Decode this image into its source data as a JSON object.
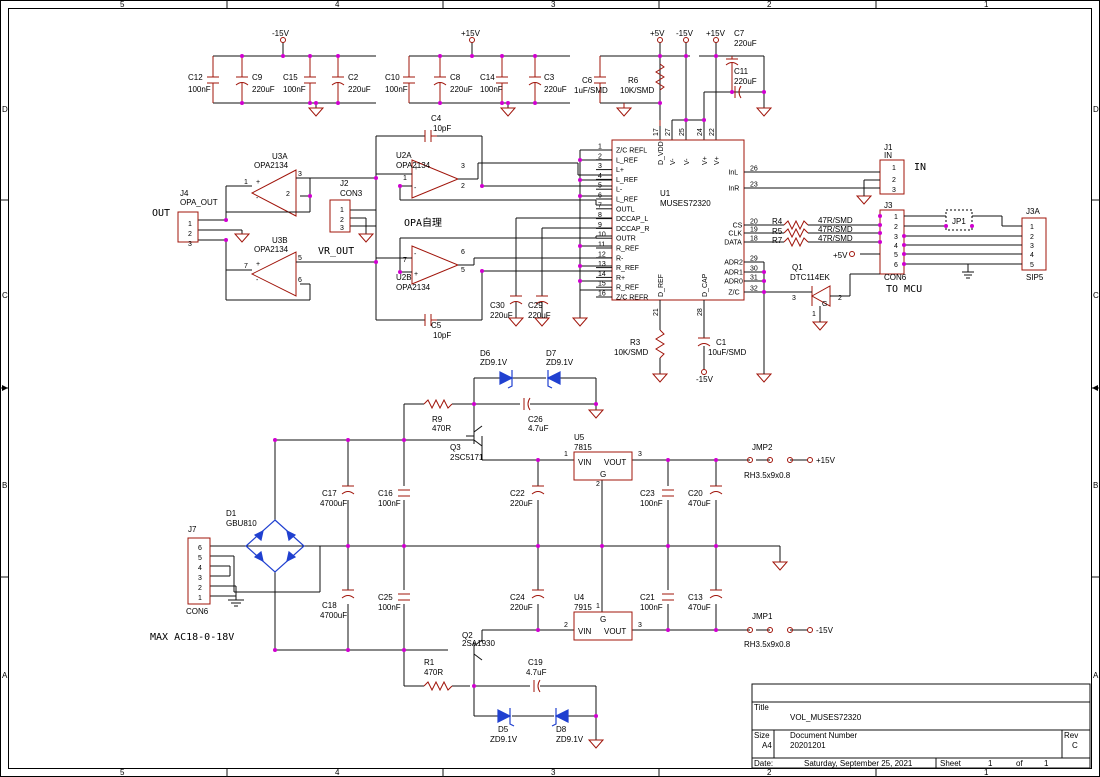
{
  "border": {
    "top_cols": [
      "5",
      "4",
      "3",
      "2",
      "1"
    ],
    "bottom_cols": [
      "5",
      "4",
      "3",
      "2",
      "1"
    ],
    "rows": [
      "D",
      "C",
      "B",
      "A"
    ]
  },
  "supply_labels": {
    "m15_a": "-15V",
    "p15_a": "+15V",
    "p5": "+5V",
    "m15_b": "-15V",
    "p15_b": "+15V",
    "m15_c": "-15V"
  },
  "caps_top": [
    {
      "ref": "C12",
      "val": "100nF"
    },
    {
      "ref": "C9",
      "val": "220uF"
    },
    {
      "ref": "C15",
      "val": "100nF"
    },
    {
      "ref": "C2",
      "val": "220uF"
    },
    {
      "ref": "C10",
      "val": "100nF"
    },
    {
      "ref": "C8",
      "val": "220uF"
    },
    {
      "ref": "C14",
      "val": "100nF"
    },
    {
      "ref": "C3",
      "val": "220uF"
    },
    {
      "ref": "C6",
      "val": "1uF/SMD"
    },
    {
      "ref": "R6",
      "val": "10K/SMD"
    },
    {
      "ref": "C7",
      "val": "220uF"
    },
    {
      "ref": "C11",
      "val": "220uF"
    }
  ],
  "c4": {
    "ref": "C4",
    "val": "10pF"
  },
  "c5": {
    "ref": "C5",
    "val": "10pF"
  },
  "u2a": {
    "ref": "U2A",
    "part": "OPA2134"
  },
  "u2b": {
    "ref": "U2B",
    "part": "OPA2134"
  },
  "u3a": {
    "ref": "U3A",
    "part": "OPA2134"
  },
  "u3b": {
    "ref": "U3B",
    "part": "OPA2134"
  },
  "j4": {
    "ref": "J4",
    "name": "OPA_OUT"
  },
  "j2": {
    "ref": "J2",
    "name": "CON3"
  },
  "out_label": "OUT",
  "opa_label": "OPA自理",
  "vr_out_label": "VR_OUT",
  "u1": {
    "ref": "U1",
    "part": "MUSES72320",
    "left_pins": [
      {
        "n": "1",
        "name": "Z/C REFL"
      },
      {
        "n": "2",
        "name": "L_REF"
      },
      {
        "n": "3",
        "name": "L+"
      },
      {
        "n": "4",
        "name": "L_REF"
      },
      {
        "n": "5",
        "name": "L-"
      },
      {
        "n": "6",
        "name": "L_REF"
      },
      {
        "n": "7",
        "name": "OUTL"
      },
      {
        "n": "8",
        "name": "DCCAP_L"
      },
      {
        "n": "9",
        "name": "DCCAP_R"
      },
      {
        "n": "10",
        "name": "OUTR"
      },
      {
        "n": "11",
        "name": "R_REF"
      },
      {
        "n": "12",
        "name": "R-"
      },
      {
        "n": "13",
        "name": "R_REF"
      },
      {
        "n": "14",
        "name": "R+"
      },
      {
        "n": "15",
        "name": "R_REF"
      },
      {
        "n": "16",
        "name": "Z/C REFR"
      }
    ],
    "right_pins": [
      {
        "n": "26",
        "name": "InL"
      },
      {
        "n": "23",
        "name": "InR"
      },
      {
        "n": "20",
        "name": "CS"
      },
      {
        "n": "19",
        "name": "CLK"
      },
      {
        "n": "18",
        "name": "DATA"
      },
      {
        "n": "29",
        "name": "ADR2"
      },
      {
        "n": "30",
        "name": "ADR1"
      },
      {
        "n": "31",
        "name": "ADR0"
      },
      {
        "n": "32",
        "name": "Z/C"
      }
    ],
    "top_pins": [
      {
        "n": "17",
        "name": "D_VDD"
      },
      {
        "n": "27",
        "name": "V-"
      },
      {
        "n": "25",
        "name": "V-"
      },
      {
        "n": "24",
        "name": "V+"
      },
      {
        "n": "22",
        "name": "V+"
      }
    ],
    "bottom_pins": [
      {
        "n": "21",
        "name": "D_REF"
      },
      {
        "n": "28",
        "name": "D_CAP"
      }
    ]
  },
  "c30": {
    "ref": "C30",
    "val": "220uF"
  },
  "c29": {
    "ref": "C29",
    "val": "220uF"
  },
  "r3": {
    "ref": "R3",
    "val": "10K/SMD"
  },
  "c1": {
    "ref": "C1",
    "val": "10uF/SMD"
  },
  "j1": {
    "ref": "J1",
    "name": "IN",
    "label": "IN"
  },
  "j3": {
    "ref": "J3",
    "name": "CON6"
  },
  "to_mcu": "TO MCU",
  "r4": {
    "ref": "R4",
    "val": "47R/SMD"
  },
  "r5": {
    "ref": "R5",
    "val": "47R/SMD"
  },
  "r7": {
    "ref": "R7",
    "val": "47R/SMD"
  },
  "jp1": "JP1",
  "j3a": {
    "ref": "J3A",
    "name": "SIP5"
  },
  "q1": {
    "ref": "Q1",
    "part": "DTC114EK"
  },
  "psu": {
    "d6": {
      "ref": "D6",
      "val": "ZD9.1V"
    },
    "d7": {
      "ref": "D7",
      "val": "ZD9.1V"
    },
    "d5": {
      "ref": "D5",
      "val": "ZD9.1V"
    },
    "d8": {
      "ref": "D8",
      "val": "ZD9.1V"
    },
    "r9": {
      "ref": "R9",
      "val": "470R"
    },
    "r1": {
      "ref": "R1",
      "val": "470R"
    },
    "c26": {
      "ref": "C26",
      "val": "4.7uF"
    },
    "c19": {
      "ref": "C19",
      "val": "4.7uF"
    },
    "q3": {
      "ref": "Q3",
      "part": "2SC5171"
    },
    "q2": {
      "ref": "Q2",
      "part": "2SA1930"
    },
    "u5": {
      "ref": "U5",
      "part": "7815",
      "vin": "VIN",
      "vout": "VOUT",
      "g": "G"
    },
    "u4": {
      "ref": "U4",
      "part": "7915",
      "vin": "VIN",
      "vout": "VOUT",
      "g": "G"
    },
    "c17": {
      "ref": "C17",
      "val": "4700uF"
    },
    "c16": {
      "ref": "C16",
      "val": "100nF"
    },
    "c22": {
      "ref": "C22",
      "val": "220uF"
    },
    "c23": {
      "ref": "C23",
      "val": "100nF"
    },
    "c20": {
      "ref": "C20",
      "val": "470uF"
    },
    "c18": {
      "ref": "C18",
      "val": "4700uF"
    },
    "c25": {
      "ref": "C25",
      "val": "100nF"
    },
    "c24": {
      "ref": "C24",
      "val": "220uF"
    },
    "c21": {
      "ref": "C21",
      "val": "100nF"
    },
    "c13": {
      "ref": "C13",
      "val": "470uF"
    },
    "d1": {
      "ref": "D1",
      "part": "GBU810"
    },
    "j7": {
      "ref": "J7",
      "name": "CON6"
    },
    "jmp2": {
      "ref": "JMP2",
      "part": "RH3.5x9x0.8",
      "net": "+15V"
    },
    "jmp1": {
      "ref": "JMP1",
      "part": "RH3.5x9x0.8",
      "net": "-15V"
    },
    "max_ac": "MAX AC18-0-18V"
  },
  "title_block": {
    "title_label": "Title",
    "title": "VOL_MUSES72320",
    "size_label": "Size",
    "size": "A4",
    "docnum_label": "Document Number",
    "docnum": "20201201",
    "rev_label": "Rev",
    "rev": "C",
    "date_label": "Date:",
    "date": "Saturday, September 25, 2021",
    "sheet_label": "Sheet",
    "sheet": "1",
    "of_label": "of",
    "sheets": "1"
  }
}
